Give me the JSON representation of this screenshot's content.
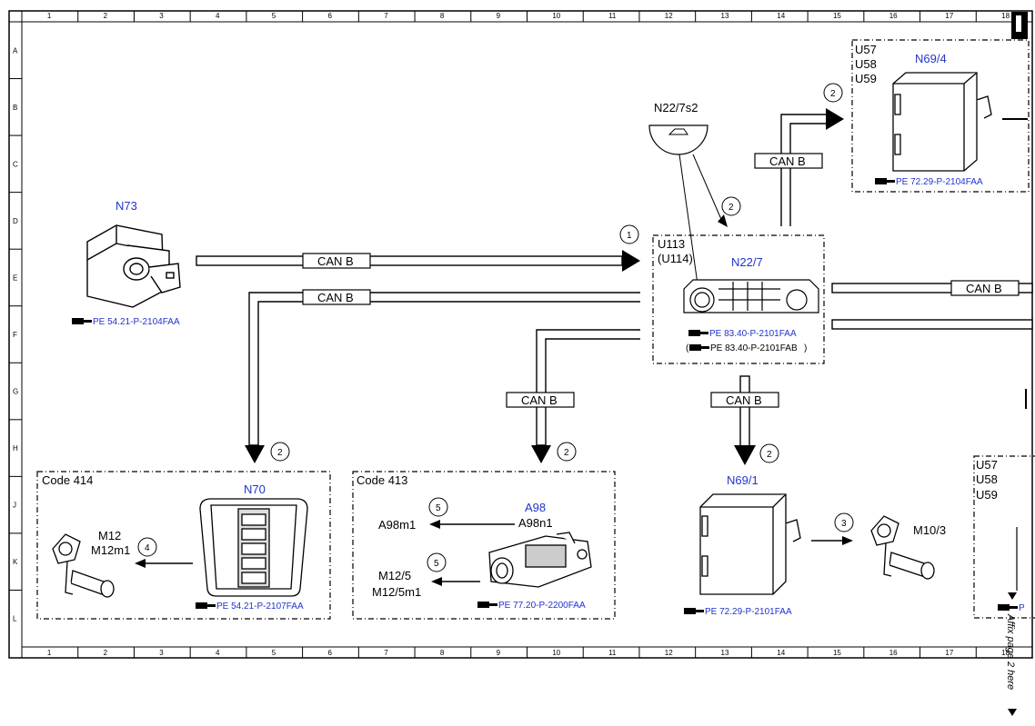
{
  "grid": {
    "columns": [
      "1",
      "2",
      "3",
      "4",
      "5",
      "6",
      "7",
      "8",
      "9",
      "10",
      "11",
      "12",
      "13",
      "14",
      "15",
      "16",
      "17",
      "18"
    ],
    "rows": [
      "A",
      "B",
      "C",
      "D",
      "E",
      "F",
      "G",
      "H",
      "J",
      "K",
      "L"
    ]
  },
  "bus_label": "CAN B",
  "components": {
    "n73": {
      "name": "N73",
      "ref": "PE 54.21-P-2104FAA"
    },
    "n22_7s2": {
      "name": "N22/7s2"
    },
    "n22_7": {
      "name": "N22/7",
      "codes": [
        "U113",
        "(U114)"
      ],
      "ref": "PE 83.40-P-2101FAA",
      "ref_alt": "PE 83.40-P-2101FAB"
    },
    "n69_4": {
      "name": "N69/4",
      "codes": [
        "U57",
        "U58",
        "U59"
      ],
      "ref": "PE 72.29-P-2104FAA"
    },
    "n70": {
      "name": "N70",
      "code": "Code 414",
      "ref": "PE 54.21-P-2107FAA"
    },
    "m12": {
      "name": "M12",
      "alt": "M12m1"
    },
    "a98": {
      "name": "A98",
      "alt": "A98n1",
      "code": "Code 413",
      "ref": "PE 77.20-P-2200FAA"
    },
    "a98m1": {
      "name": "A98m1"
    },
    "m12_5": {
      "name": "M12/5",
      "alt": "M12/5m1"
    },
    "n69_1": {
      "name": "N69/1",
      "ref": "PE 72.29-P-2101FAA"
    },
    "m10_3": {
      "name": "M10/3"
    },
    "right_box": {
      "codes": [
        "U57",
        "U58",
        "U59"
      ],
      "ref_partial": "P"
    }
  },
  "callouts": [
    "1",
    "2",
    "3",
    "4",
    "5"
  ],
  "side_note": "Affix page 2 here"
}
